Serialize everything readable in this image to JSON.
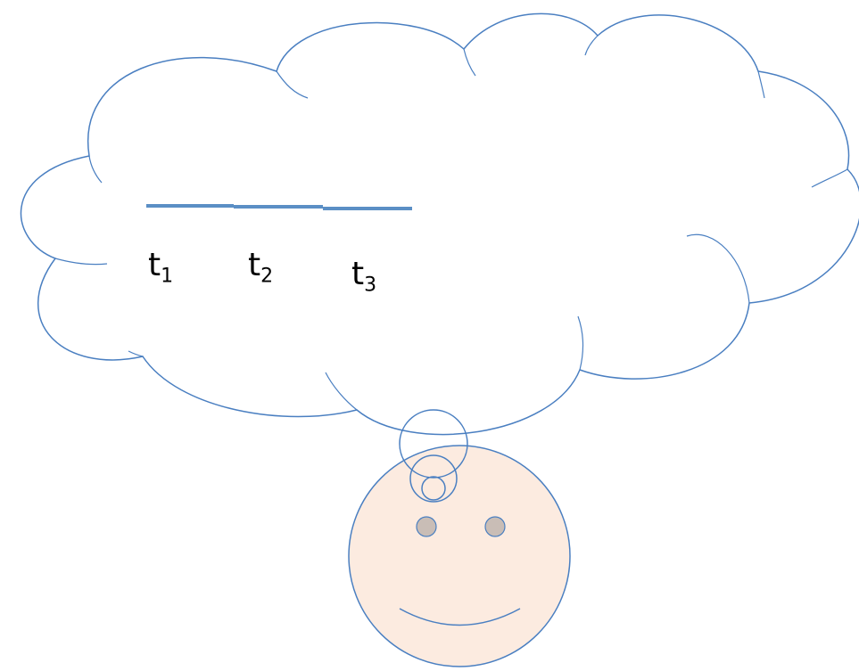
{
  "diagram": {
    "labels": [
      {
        "base": "t",
        "sub": "1"
      },
      {
        "base": "t",
        "sub": "2"
      },
      {
        "base": "t",
        "sub": "3"
      }
    ]
  },
  "colors": {
    "outline": "#4a7fc1",
    "segment": "#5b8fc5",
    "face_fill": "#fcebe0",
    "eye_fill": "#c9bdb6",
    "background": "#ffffff"
  }
}
